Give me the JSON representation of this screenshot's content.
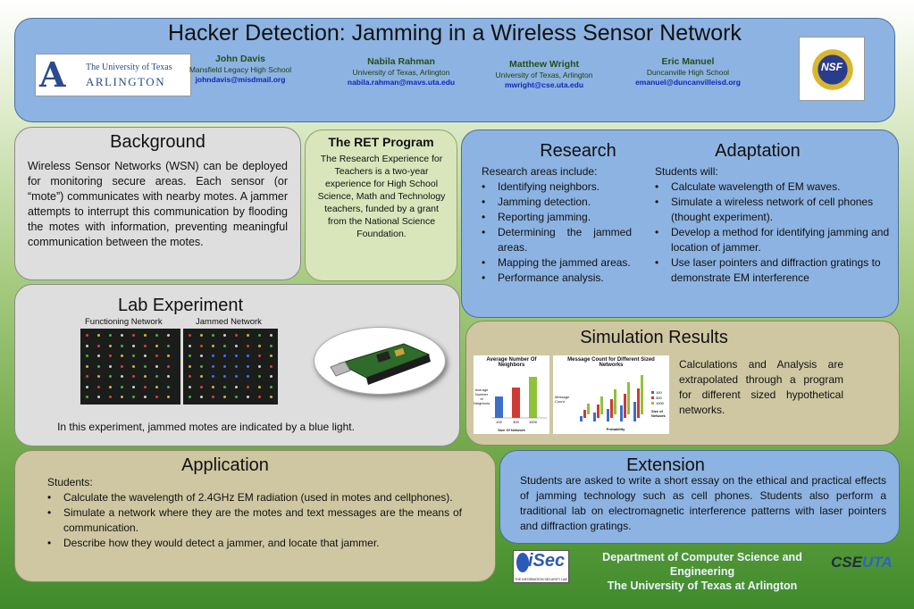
{
  "header": {
    "title": "Hacker Detection:  Jamming in a Wireless Sensor Network",
    "logo_left": {
      "line1": "The University of Texas",
      "line2": "ARLINGTON"
    },
    "logo_right": "NSF",
    "authors": [
      {
        "name": "John Davis",
        "org": "Mansfield Legacy High School",
        "email": "johndavis@misdmail.org"
      },
      {
        "name": "Nabila Rahman",
        "org": "University of Texas, Arlington",
        "email": "nabila.rahman@mavs.uta.edu"
      },
      {
        "name": "Matthew Wright",
        "org": "University of Texas, Arlington",
        "email": "mwright@cse.uta.edu"
      },
      {
        "name": "Eric Manuel",
        "org": "Duncanville High School",
        "email": "emanuel@duncanvilleisd.org"
      }
    ]
  },
  "background": {
    "title": "Background",
    "text": "Wireless Sensor Networks (WSN) can be deployed for monitoring secure areas.  Each sensor (or “mote”) communicates with nearby motes.  A jammer attempts to interrupt this communication by flooding the motes with information, preventing meaningful communication between the motes."
  },
  "ret": {
    "title": "The RET Program",
    "text": "The Research Experience for Teachers is a two-year experience for High School Science, Math and Technology teachers, funded by a grant from the National Science Foundation."
  },
  "research": {
    "title": "Research",
    "intro": "Research areas include:",
    "items": [
      "Identifying neighbors.",
      "Jamming detection.",
      "Reporting jamming.",
      "Determining the jammed areas.",
      "Mapping the jammed areas.",
      "Performance analysis."
    ]
  },
  "adaptation": {
    "title": "Adaptation",
    "intro": "Students will:",
    "items": [
      "Calculate wavelength of EM waves.",
      "Simulate a wireless network of cell phones (thought experiment).",
      "Develop a method for identifying jamming and location of jammer.",
      "Use laser pointers and diffraction gratings to demonstrate EM interference"
    ]
  },
  "lab": {
    "title": "Lab Experiment",
    "caption_left": "Functioning Network",
    "caption_right": "Jammed Network",
    "note": "In this experiment, jammed motes are indicated by a blue light."
  },
  "simulation": {
    "title": "Simulation Results",
    "text": "Calculations and Analysis are extrapolated through a program for different sized hypothetical networks.",
    "chart1": {
      "title": "Average Number Of Neighbors",
      "ylabel": "Average Number of Neighbors",
      "xlabel": "Size Of Network",
      "categories": [
        "100",
        "300",
        "1000"
      ],
      "colors": [
        "#3b6fc9",
        "#cf3a34",
        "#8fc23b"
      ]
    },
    "chart2": {
      "title": "Message Count for Different Sized Networks",
      "ylabel": "Message Count",
      "xlabel": "Probability",
      "legend_title": "Size of Network",
      "legend": [
        "100",
        "300",
        "1000"
      ]
    }
  },
  "application": {
    "title": "Application",
    "intro": "Students:",
    "items": [
      "Calculate the wavelength of 2.4GHz EM radiation (used in motes and cellphones).",
      "Simulate a network where they are the motes and text messages are the means of communication.",
      "Describe how they would detect a jammer, and locate that jammer."
    ]
  },
  "extension": {
    "title": "Extension",
    "text": "Students are asked to write a short essay on the ethical and practical effects of jamming technology such as cell phones.  Students also perform a traditional lab on electromagnetic interference patterns with laser pointers and diffraction gratings."
  },
  "footer": {
    "isec_logo": "iSec",
    "isec_sub": "THE INFORMATION SECURITY LAB",
    "dept_line1": "Department  of Computer Science and Engineering",
    "dept_line2": "The University of Texas at Arlington",
    "cse_logo_a": "CSE",
    "cse_logo_b": "UTA"
  }
}
